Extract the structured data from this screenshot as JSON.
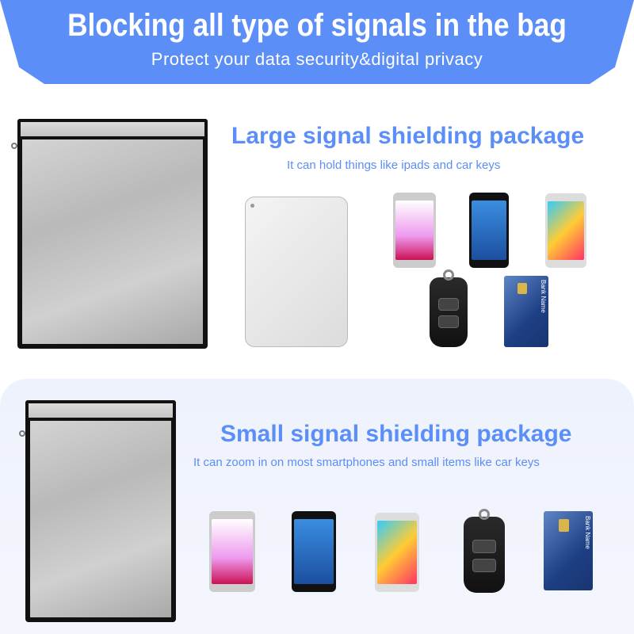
{
  "header": {
    "title": "Blocking all type of signals in the bag",
    "subtitle": "Protect your data security&digital privacy"
  },
  "large": {
    "title": "Large signal shielding package",
    "subtitle": "It can hold things like ipads and car keys"
  },
  "small": {
    "title": "Small signal shielding package",
    "subtitle": "It can zoom in on most smartphones and small items like car keys"
  },
  "card_label": "Bank Name",
  "colors": {
    "accent": "#5b8ef6",
    "bag_border": "#111111"
  }
}
